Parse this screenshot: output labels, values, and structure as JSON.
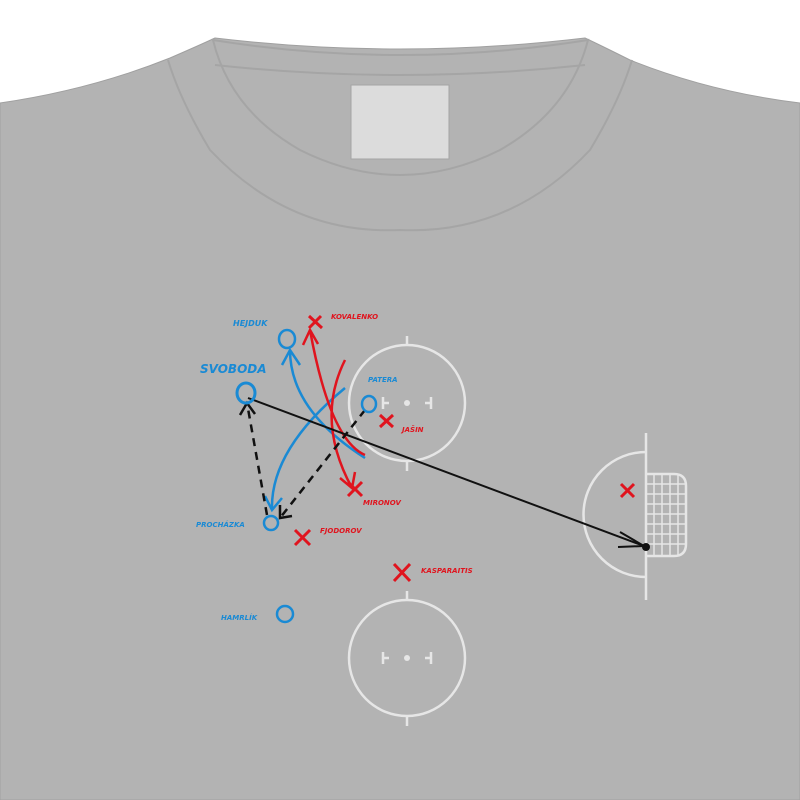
{
  "colors": {
    "shirt": "#b3b3b3",
    "blue": "#1a8ad4",
    "red": "#e0141e",
    "rink": "#e6e6e6",
    "black": "#111111"
  },
  "players_blue": [
    {
      "name": "HEJDUK"
    },
    {
      "name": "SVOBODA"
    },
    {
      "name": "PATERA"
    },
    {
      "name": "PROCHÁZKA"
    },
    {
      "name": "HAMRLÍK"
    }
  ],
  "players_red": [
    {
      "name": "KOVALENKO"
    },
    {
      "name": "JAŠIN"
    },
    {
      "name": "MIRONOV"
    },
    {
      "name": "FJODOROV"
    },
    {
      "name": "KASPARAITIS"
    }
  ]
}
